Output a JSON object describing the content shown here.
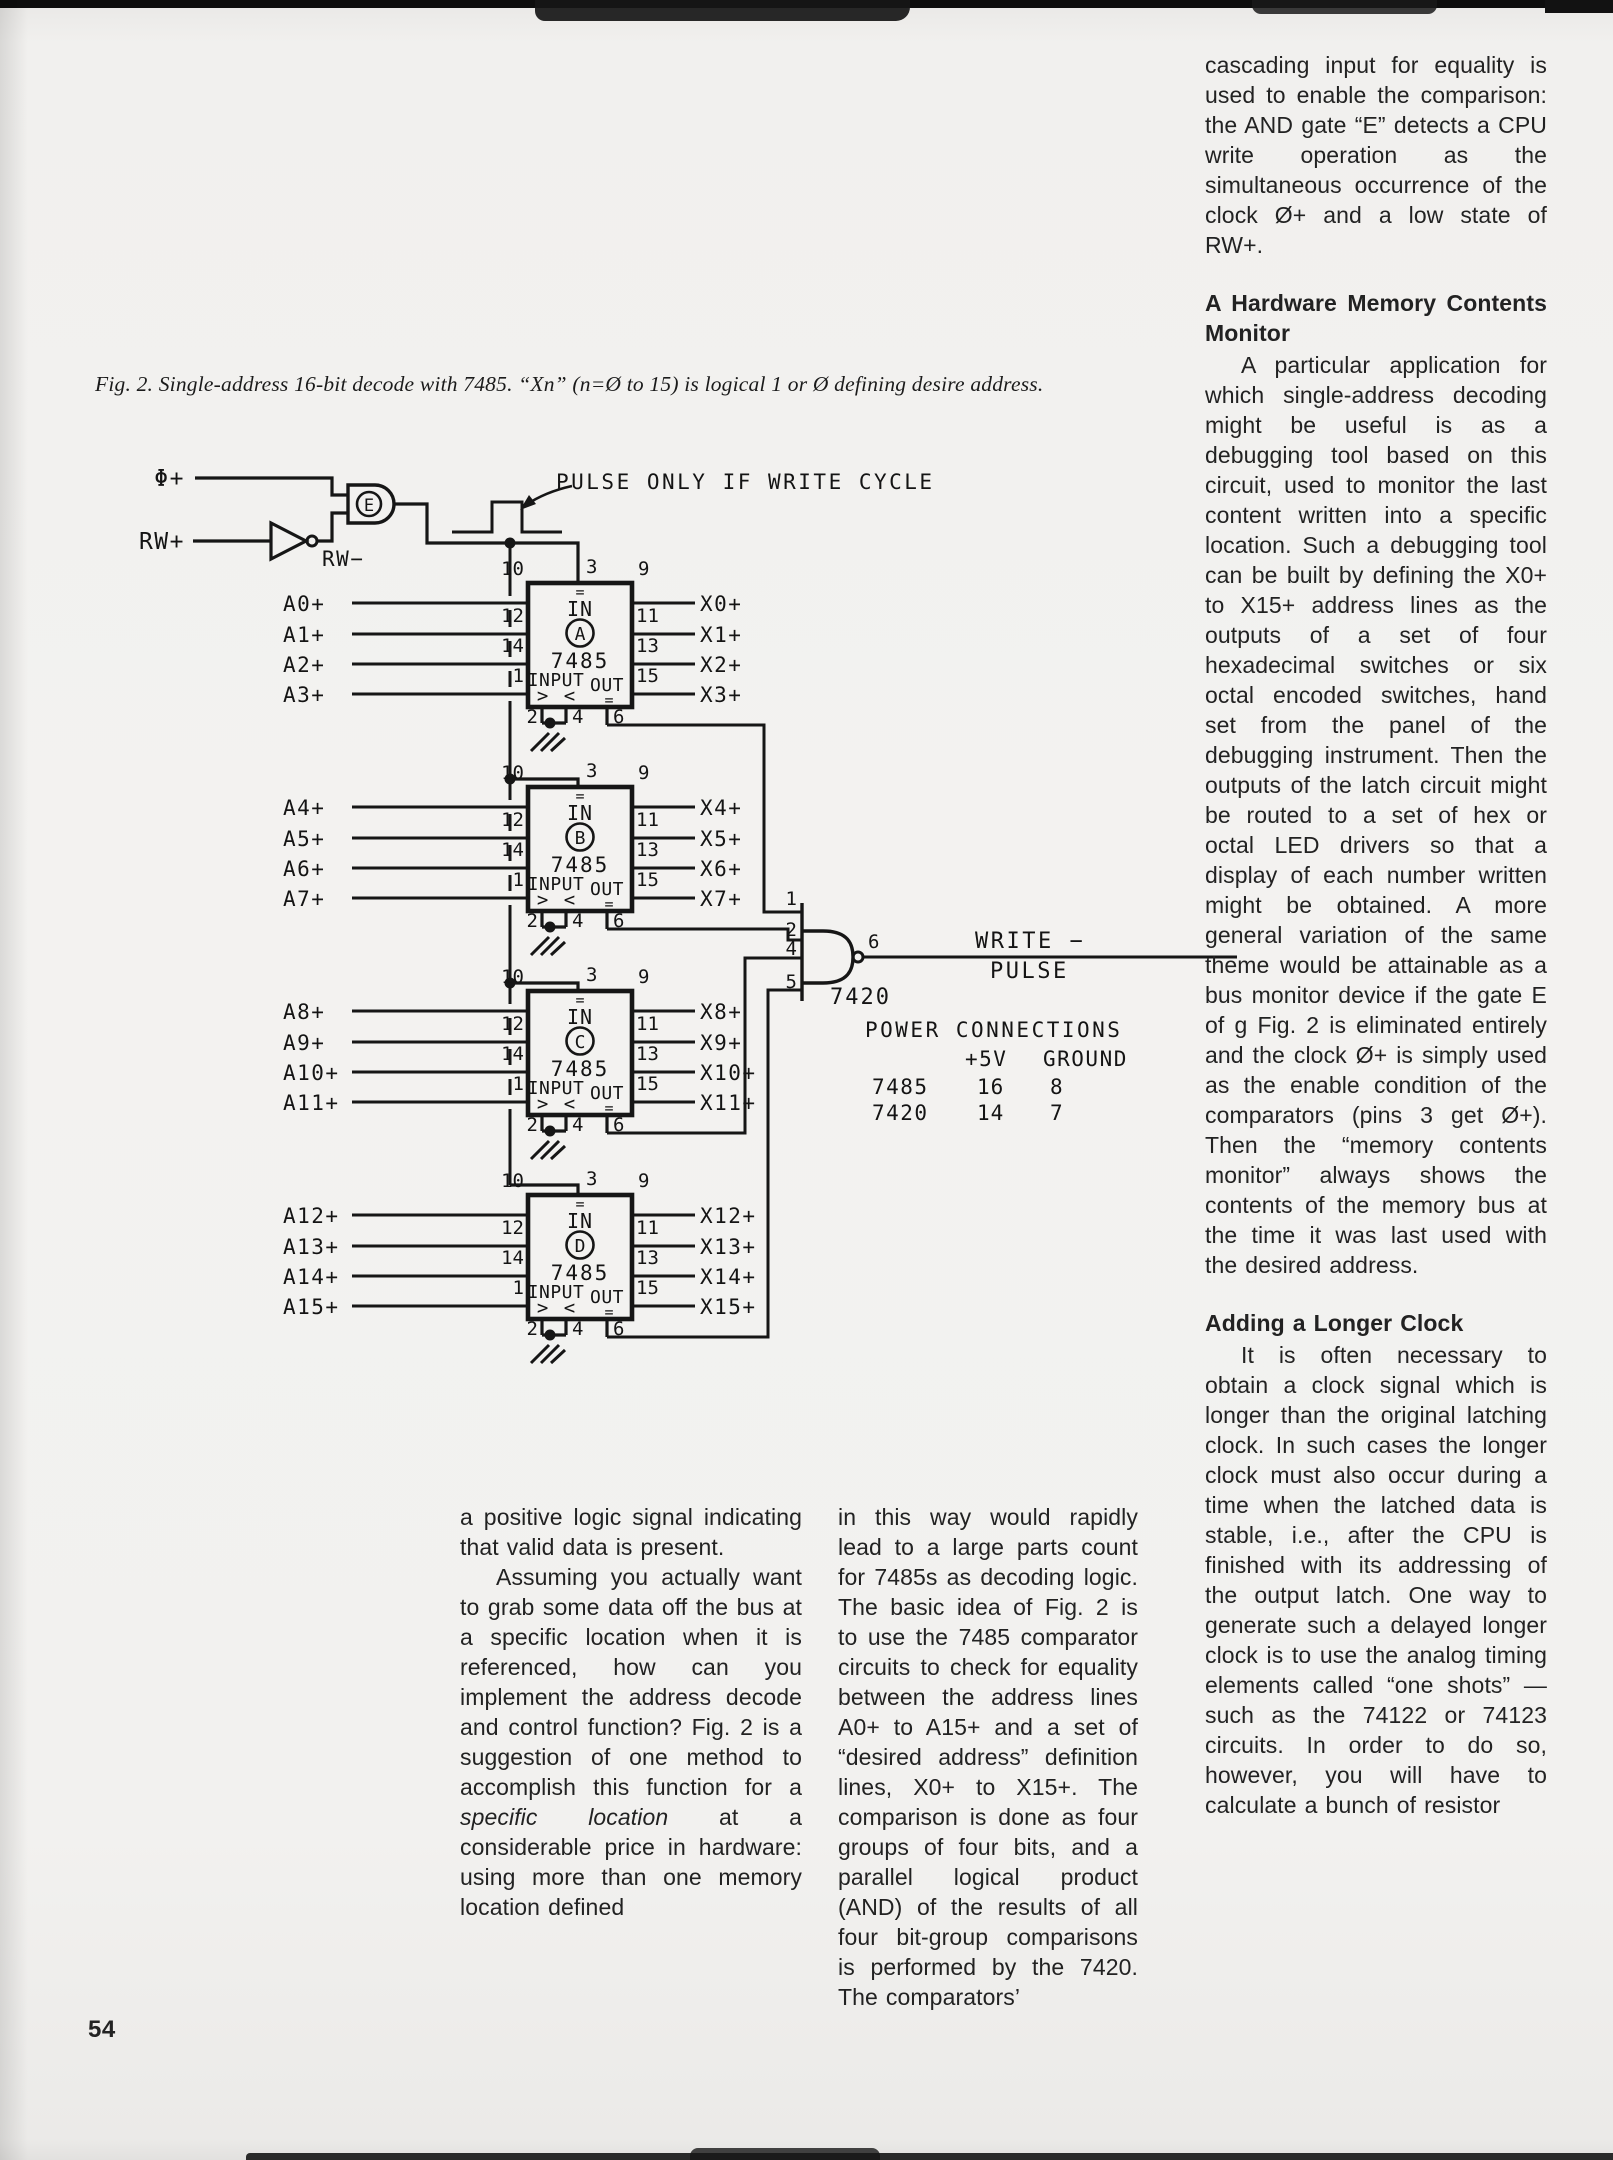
{
  "page": {
    "number": "54"
  },
  "figure": {
    "caption": "Fig. 2. Single-address 16-bit decode with 7485. “Xn” (n=Ø to 15) is logical 1 or Ø defining desire address.",
    "clock_label": "Φ+",
    "rw_label": "RW+",
    "rw_inverted_label": "RW−",
    "enable_gate_letter": "E",
    "pulse_note": "PULSE ONLY IF WRITE CYCLE",
    "comparator_part": "7485",
    "eq_mark": "=",
    "in_label": "IN",
    "input_label": "INPUT",
    "out_label": "OUT",
    "gt_lt_label": "> <",
    "cascade_top_pin": "3",
    "input_pins": [
      "10",
      "12",
      "14",
      "1"
    ],
    "output_pins": [
      "9",
      "11",
      "13",
      "15"
    ],
    "bottom_pins": [
      "2",
      "4",
      "6"
    ],
    "comparators": [
      {
        "letter": "A",
        "inputs": [
          "A0+",
          "A1+",
          "A2+",
          "A3+"
        ],
        "outputs": [
          "X0+",
          "X1+",
          "X2+",
          "X3+"
        ]
      },
      {
        "letter": "B",
        "inputs": [
          "A4+",
          "A5+",
          "A6+",
          "A7+"
        ],
        "outputs": [
          "X4+",
          "X5+",
          "X6+",
          "X7+"
        ]
      },
      {
        "letter": "C",
        "inputs": [
          "A8+",
          "A9+",
          "A10+",
          "A11+"
        ],
        "outputs": [
          "X8+",
          "X9+",
          "X10+",
          "X11+"
        ]
      },
      {
        "letter": "D",
        "inputs": [
          "A12+",
          "A13+",
          "A14+",
          "A15+"
        ],
        "outputs": [
          "X12+",
          "X13+",
          "X14+",
          "X15+"
        ]
      }
    ],
    "nand": {
      "part": "7420",
      "input_pins": [
        "1",
        "2",
        "4",
        "5"
      ],
      "output_pin": "6",
      "output_label_line1": "WRITE −",
      "output_label_line2": "PULSE"
    },
    "power_table": {
      "title": "POWER CONNECTIONS",
      "col_plus": "+5V",
      "col_ground": "GROUND",
      "rows": [
        {
          "part": "7485",
          "plus5v": "16",
          "ground": "8"
        },
        {
          "part": "7420",
          "plus5v": "14",
          "ground": "7"
        }
      ]
    }
  },
  "columns": {
    "col1": {
      "p1": "a positive logic signal indicating that valid data is present.",
      "p2_before": "Assuming you actually want to grab some data off the bus at a specific location when it is referenced, how can you implement the address decode and control function? Fig. 2 is a suggestion of one method to accomplish this function for a ",
      "p2_italic": "specific location",
      "p2_after": " at a considerable price in hardware: using more than one memory location defined"
    },
    "col2": {
      "p1": "in this way would rapidly lead to a large parts count for 7485s as decoding logic. The basic idea of Fig. 2 is to use the 7485 comparator circuits to check for equality between the address lines A0+ to A15+ and a set of “desired address” definition lines, X0+ to X15+. The comparison is done as four groups of four bits, and a parallel logical product (AND) of the results of all four bit-group comparisons is performed by the 7420. The comparators’"
    },
    "col3": {
      "p1": "cascading input for equality is used to enable the comparison: the AND gate “E” detects a CPU write operation as the simultaneous occurrence of the clock Ø+ and a low state of RW+.",
      "h1": "A Hardware Memory Contents Monitor",
      "p2": "A particular application for which single-address decoding might be useful is as a debugging tool based on this circuit, used to monitor the last content written into a specific location. Such a debugging tool can be built by defining the X0+ to X15+ address lines as the outputs of a set of four hexadecimal switches or six octal encoded switches, hand set from the panel of the debugging instrument. Then the outputs of the latch circuit might be routed to a set of hex or octal LED drivers so that a display of each number written might be obtained. A more general variation of the same theme would be attainable as a bus monitor device if the gate E of g Fig. 2 is eliminated entirely and the clock Ø+ is simply used as the enable condition of the comparators (pins 3 get Ø+). Then the “memory contents monitor” always shows the contents of the memory bus at the time it was last used with the desired address.",
      "h2": "Adding a Longer Clock",
      "p3": "It is often necessary to obtain a clock signal which is longer than the original latching clock. In such cases the longer clock must also occur during a time when the latched data is stable, i.e., after the CPU is finished with its addressing of the output latch. One way to generate such a delayed longer clock is to use the analog timing elements called “one shots” — such as the 74122 or 74123 circuits. In order to do so, however, you will have to calculate a bunch of resistor"
    }
  }
}
